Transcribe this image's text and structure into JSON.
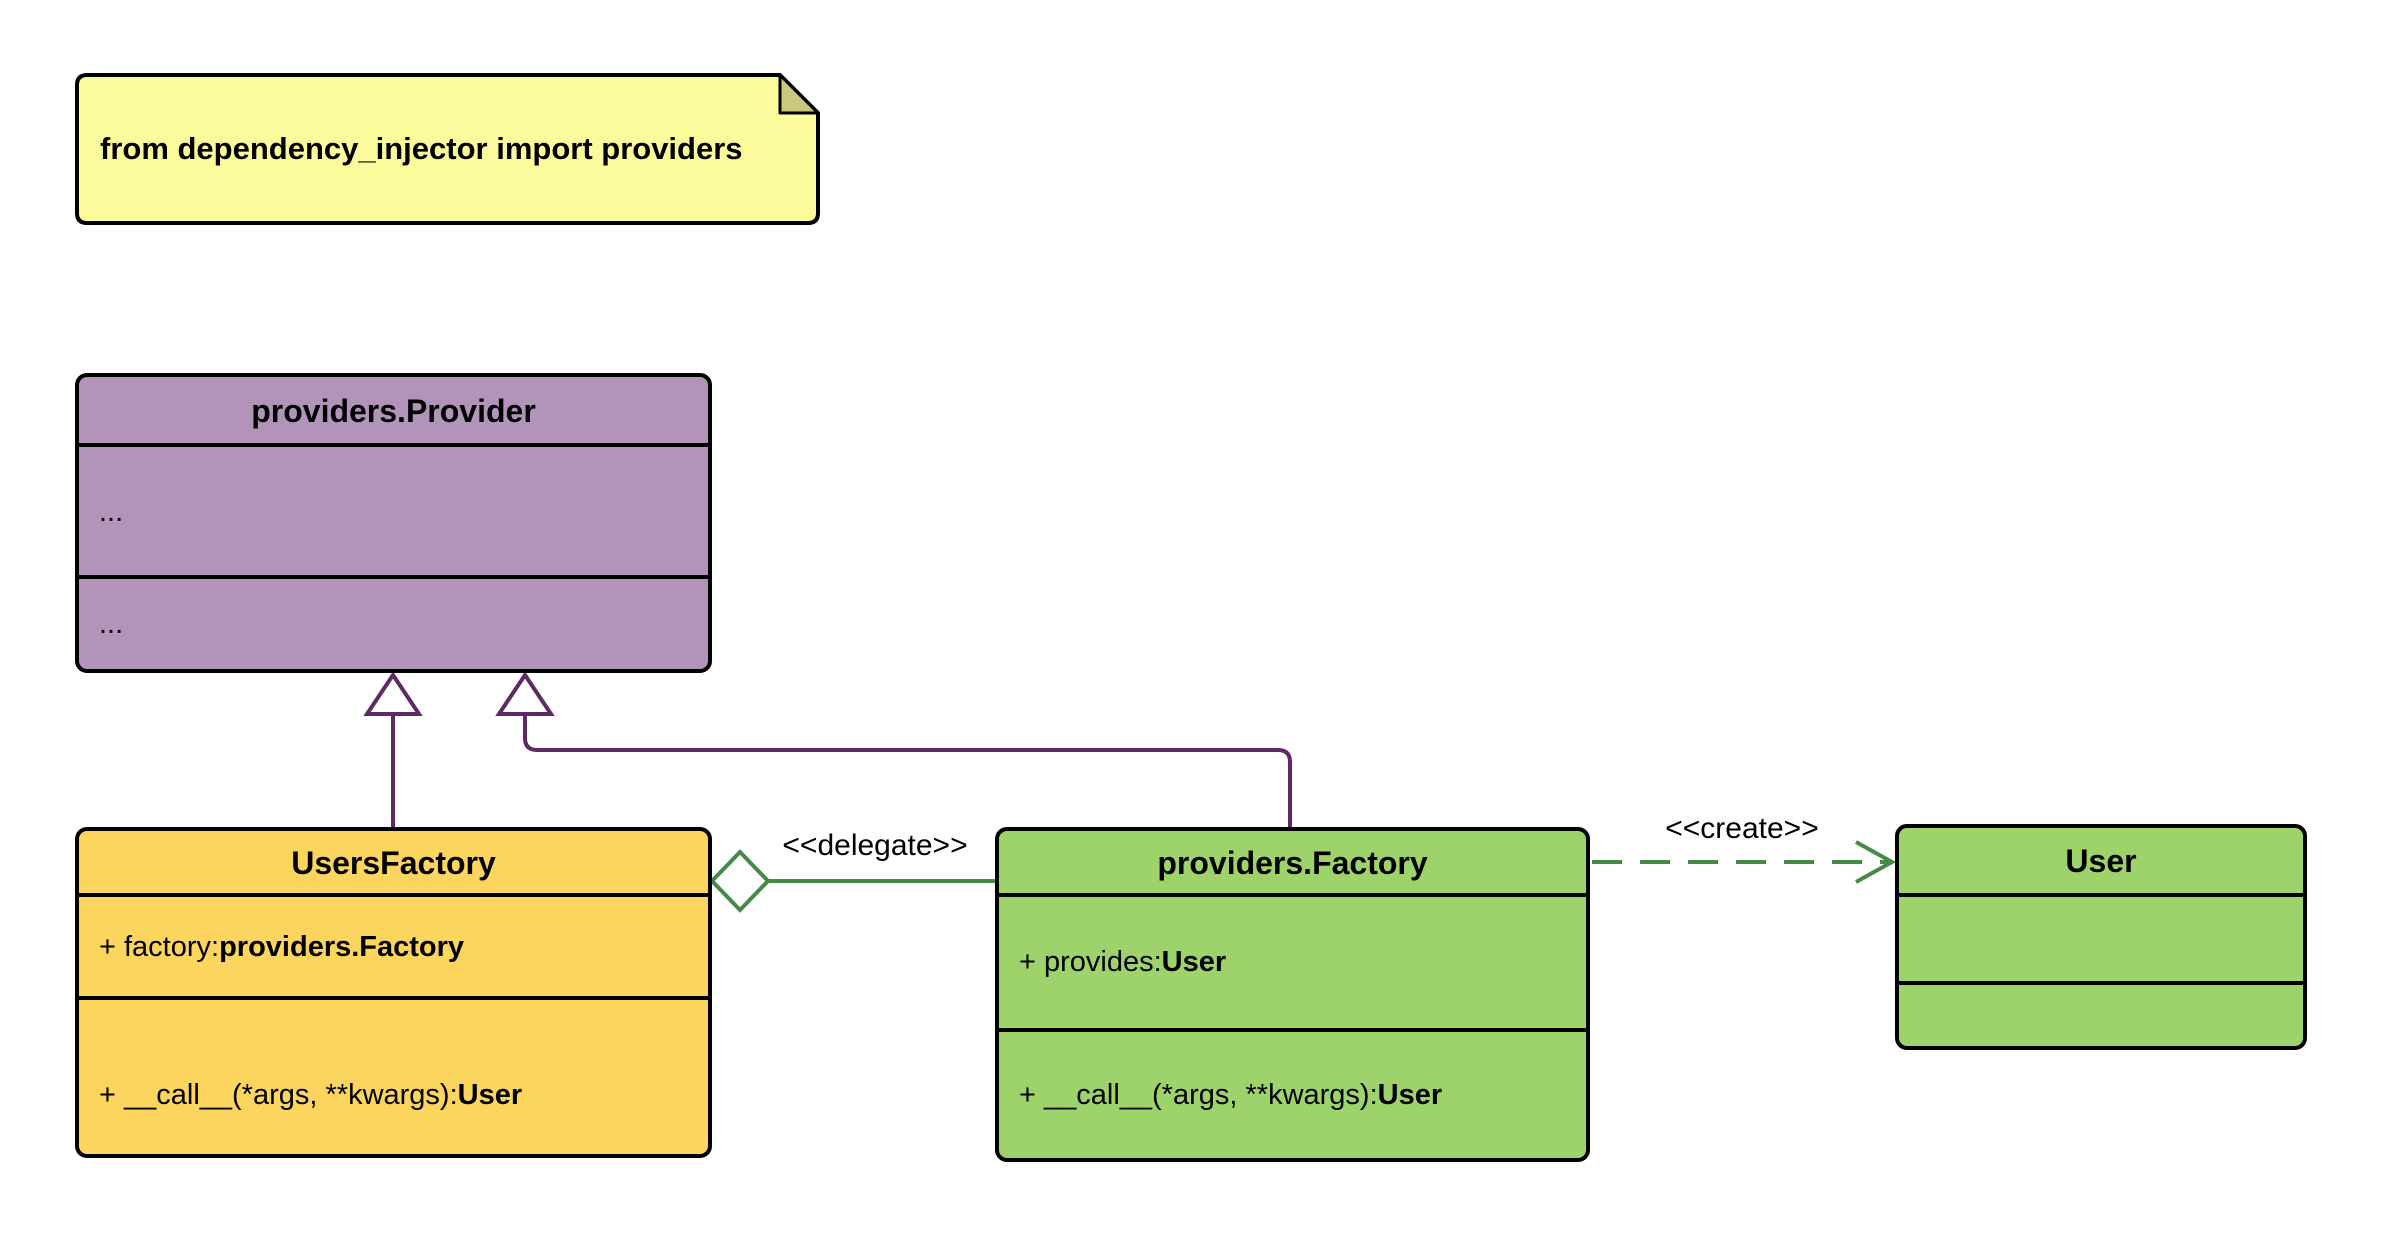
{
  "diagram": {
    "note": {
      "text": "from dependency_injector import providers"
    },
    "classes": {
      "provider": {
        "title": "providers.Provider",
        "attributes_ellipsis": "...",
        "methods_ellipsis": "..."
      },
      "users_factory": {
        "title": "UsersFactory",
        "attribute_prefix": "+ factory: ",
        "attribute_type": "providers.Factory",
        "method_prefix": "+ __call__(*args, **kwargs): ",
        "method_return": "User"
      },
      "factory": {
        "title": "providers.Factory",
        "attribute_prefix": "+ provides: ",
        "attribute_type": "User",
        "method_prefix": "+ __call__(*args, **kwargs): ",
        "method_return": "User"
      },
      "user": {
        "title": "User"
      }
    },
    "labels": {
      "delegate": "<<delegate>>",
      "create": "<<create>>"
    },
    "colors": {
      "background": "#FFFFFF",
      "note_fill": "#FBFB9C",
      "note_fold": "#C9C97D",
      "provider_fill": "#B294BA",
      "users_factory_fill": "#FCD55F",
      "factory_fill": "#9ED36B",
      "user_fill": "#9ED36B",
      "border": "#000000",
      "inheritance_line": "#5E2A66",
      "association_line": "#478A47"
    }
  }
}
